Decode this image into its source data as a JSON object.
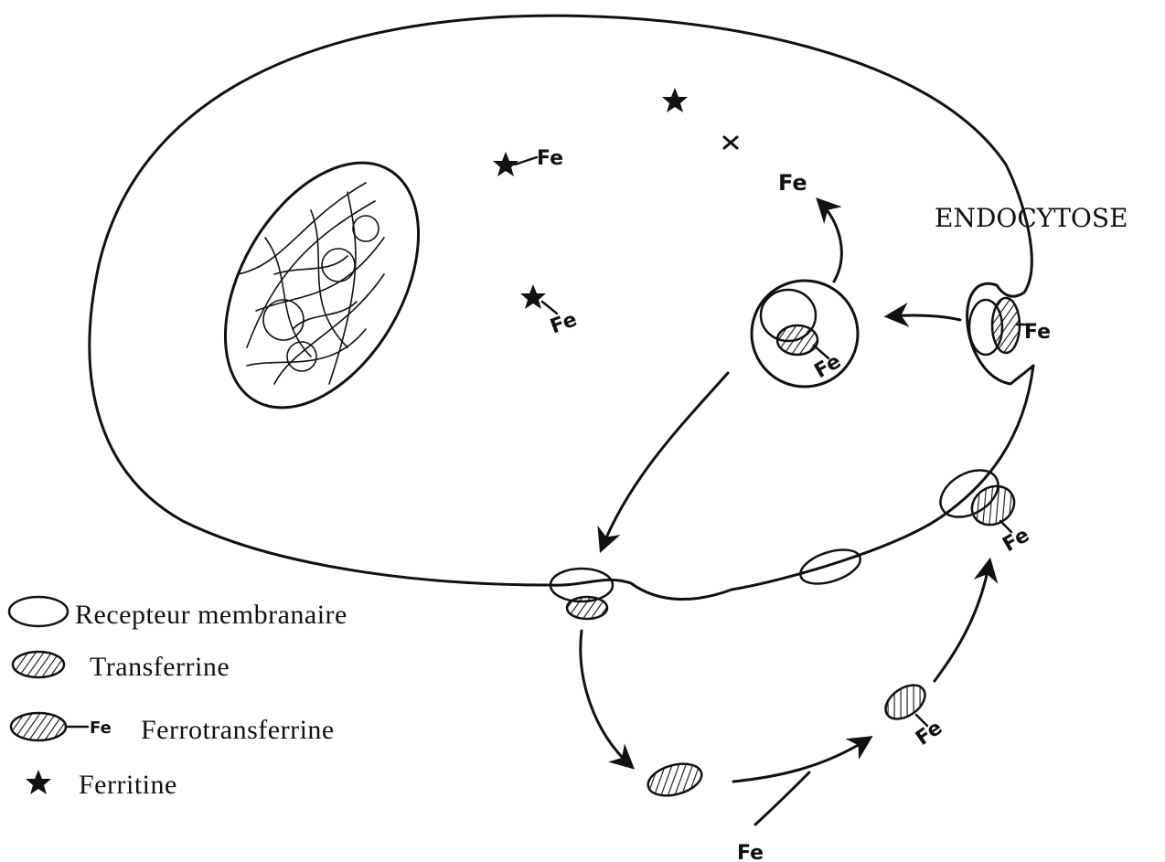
{
  "labels": {
    "endocytose": "ENDOCYTOSE",
    "fe": "Fe"
  },
  "legend": {
    "receptor": "Recepteur membranaire",
    "transferrin": "Transferrine",
    "ferrotransferrin": "Ferrotransferrine",
    "ferritin": "Ferritine",
    "fe_symbol": "Fe"
  },
  "colors": {
    "ink": "#111111",
    "background": "#ffffff"
  }
}
